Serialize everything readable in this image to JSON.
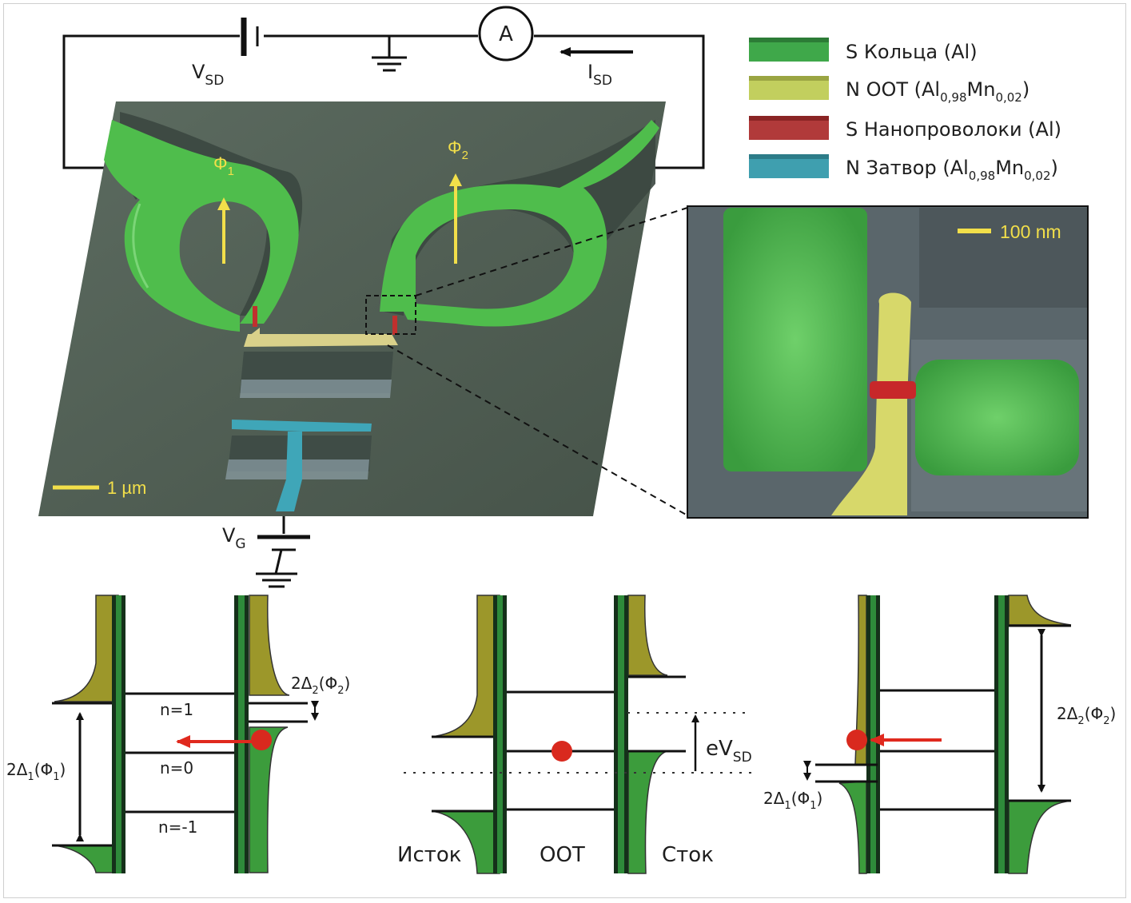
{
  "circuit": {
    "ammeter": "A",
    "bias_label": "V",
    "bias_sub": "SD",
    "current_label": "I",
    "current_sub": "SD",
    "gate_label": "V",
    "gate_sub": "G"
  },
  "legend": [
    {
      "text": "S Кольца (Al)",
      "sub1": "",
      "mid": "",
      "sub2": "",
      "end": "",
      "color": "#3fa84a"
    },
    {
      "text": "N ООТ (Al",
      "sub1": "0,98",
      "mid": "Mn",
      "sub2": "0,02",
      "end": ")",
      "color": "#c2cf5e"
    },
    {
      "text": "S Нанопроволоки (Al)",
      "sub1": "",
      "mid": "",
      "sub2": "",
      "end": "",
      "color": "#b13a3a"
    },
    {
      "text": "N Затвор (Al",
      "sub1": "0,98",
      "mid": "Mn",
      "sub2": "0,02",
      "end": ")",
      "color": "#3f9faf"
    }
  ],
  "sem": {
    "phi1": "Φ",
    "phi1_sub": "1",
    "phi2": "Φ",
    "phi2_sub": "2",
    "scale_main": "1 µm",
    "scale_inset": "100 nm"
  },
  "diagram_left": {
    "n1": "n=1",
    "n0": "n=0",
    "nm1": "n=-1",
    "gap_left": "2Δ",
    "gap_left_sub": "1",
    "gap_left_arg": "(Φ",
    "gap_left_arg_sub": "1",
    "gap_left_close": ")",
    "gap_right": "2Δ",
    "gap_right_sub": "2",
    "gap_right_arg": "(Φ",
    "gap_right_arg_sub": "2",
    "gap_right_close": ")"
  },
  "diagram_middle": {
    "bias": "eV",
    "bias_sub": "SD",
    "source": "Исток",
    "dot": "ООТ",
    "drain": "Сток"
  },
  "diagram_right": {
    "gap_left": "2Δ",
    "gap_left_sub": "1",
    "gap_left_arg": "(Φ",
    "gap_left_arg_sub": "1",
    "gap_left_close": ")",
    "gap_right": "2Δ",
    "gap_right_sub": "2",
    "gap_right_arg": "(Φ",
    "gap_right_arg_sub": "2",
    "gap_right_close": ")"
  },
  "colors": {
    "ring_green": "#4db84a",
    "dot_yellow": "#c8cf6a",
    "nanowire_red": "#c0302e",
    "gate_blue": "#3fa6b8",
    "sem_background": "#4f5e55",
    "dos_olive": "#9c972a",
    "dos_green": "#3c9c3c",
    "electron_red": "#d9291e"
  }
}
